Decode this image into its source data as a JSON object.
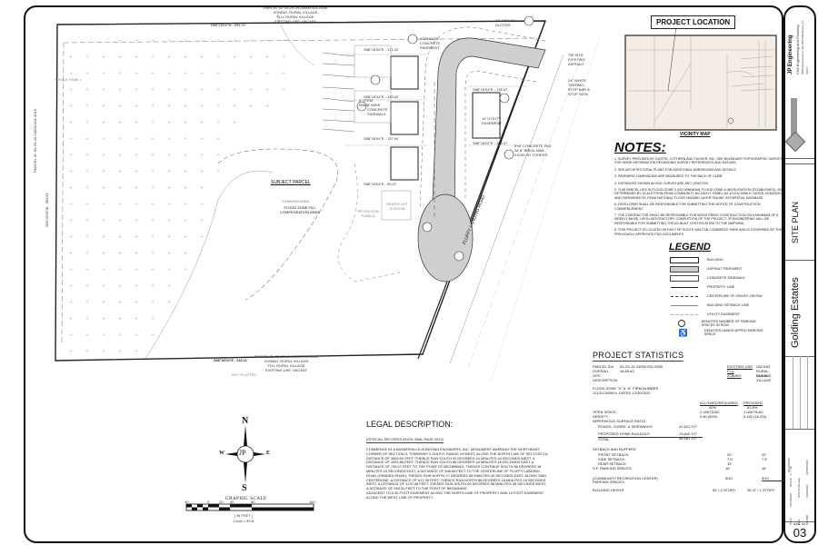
{
  "title_block": {
    "firm_name": "JP Engineering",
    "firm_subtitle": "Civil Engineering and Planning",
    "firm_address": "8400 Rosewood Ln. Ste 200 Tallahassee, FL 32317",
    "sheet_title": "SITE PLAN",
    "project_name": "Golding Estates",
    "revisions_label": "REVISIONS",
    "date_label": "DATE",
    "date_value": "10/13/2020",
    "scale_label": "SCALE",
    "scale_value": "1\" = 40'",
    "file_label": "FILE",
    "file_value": "SITE PLAN.dwg",
    "drawn_label": "DRAWN",
    "checked_label": "CHECKED",
    "approved_label": "APPROVED",
    "sheet_label": "SHEET",
    "dwg_no_label": "DWG. NO.",
    "sheet_number": "03"
  },
  "plan": {
    "north_bearing": "N88°18'04\"W - 899.20'",
    "south_bearing": "S88°18'04\"E - 618.11'",
    "west_bearing": "S00°18'53\"W - 553.93'",
    "east_bearing": "N27°58'40\"E - 617.28'",
    "north_parcel": [
      "PARCEL ID: 03-2S-19-24000-001-0000",
      "ZONING: RURAL VILLAGE",
      "FLU: RURAL VILLAGE",
      "EXISTING USE: VACANT"
    ],
    "south_parcel": [
      "PARCEL ID: 03-2S-19-24000-001-0020",
      "ZONING: RURAL VILLAGE",
      "FLU: RURAL VILLAGE",
      "EXISTING USE: VACANT"
    ],
    "west_parcel": [
      "PARCEL ID: 03-2S-19-24000-001-0010",
      "ZONING: RURAL VILLAGE",
      "FLU: RURAL VILLAGE",
      "EXISTING USE: VACANT"
    ],
    "not_platted": "NOT PLATTED",
    "subject_parcel": "SUBJECT PARCEL",
    "common_area": "COMMON AREA",
    "flood_zone_fill": "FLOOD ZONE FILL COMPENSATION AREA",
    "retention_pond": "RETENTION POND A",
    "sewer_lift_station": "SEWER LIFT STATION",
    "road_name": "FLUFFY LANDING ROAD",
    "asphalt_callout": "ASPHALTIC CONCRETE PAVEMENT",
    "valley_gutter": "24\" VALLEY GUTTER",
    "sidewalk_callout": "5' WIDE CONCRETE SIDEWALK",
    "utility_easement": "10' UTILITY EASEMENT",
    "stem_wall": "2' STEM WALL",
    "single_family": "SINGLE FAMILY",
    "lot_bearings": [
      "S88°18'04\"E - 171.22",
      "S88°18'04\"E - 149.42",
      "S88°18'04\"E - 137.04",
      "S88°18'04\"E - 90.07",
      "S88°18'04\"E - 136.87",
      "S88°18'04\"E - 106.37"
    ],
    "concrete_pad": "5'x5' CONCRETE PAD W/ 6\" BRICK MAIL KIOSK BY OTHERS",
    "tie_into_asphalt": "TIE INTO EXISTING ASPHALT",
    "stop_sign": "24\" WHITE THERMO STOP BAR & STOP SIGN"
  },
  "vicinity_map": {
    "callout": "PROJECT LOCATION",
    "caption": "VICINITY MAP"
  },
  "notes": {
    "heading": "NOTES:",
    "items": [
      "1. SURVEY PROVIDED BY DUSTIN, COTHERN AND TUCKER, INC. SEE BOUNDARY/TOPOGRAPHIC SURVEY FOR MORE INFORMATION REGARDING SURVEY REFERENCES AND DATUMS.",
      "2. SEE ARCHITECTURAL PLANS FOR ADDITIONAL DIMENSIONS AND DETAILS.",
      "3. PAVEMENT DIMENSIONS ARE MEASURED TO THE BACK OF CURB.",
      "4. DISTANCES SHOWN ALONG CURVES ARE ARC LENGTHS.",
      "5. THIS PARCEL LIES IN FLOOD ZONE X (NO MINIMUM), FLOOD ZONE A (NO ELEVATION ESTABLISHED), AS DETERMINED BY SCALE FROM FEMA COMMUNITY No.120317, PANEL No.12131C0558 H, DATED 12/30/2020, AND FURNISHED BY FEMA NATIONAL FLOOD HAZARD LAYER ONLINE GEOSPATIAL DATABASE.",
      "6. DEVELOPER SHALL BE RESPONSIBLE FOR SUBMITTING THE NOTICE OF CONSTRUCTION COMMENCEMENT.",
      "7. THE CONTRACTOR SHALL BE RESPONSIBLE FOR MONITORING CONSTRUCTION ON A MINIMUM OF A WEEKLY BASIS. UPON SATISFACTORY COMPLETION OF THE PROJECT, JP ENGINEERING WILL BE RESPONSIBLE FOR SUBMITTING THE AS-BUILT CERTIFICATION TO THE NWFWMD.",
      "8. THIS PROJECT IS LOCATED WITHIN THE SOUTH WALTON COMMERCE PARK AND IS GOVERNED BY THE PREVIOUSLY APPROVED PUD DOCUMENTS."
    ]
  },
  "legend": {
    "heading": "LEGEND",
    "items": [
      {
        "symbol": "building",
        "label": "BUILDING"
      },
      {
        "symbol": "asphalt",
        "label": "ASPHALT PAVEMENT"
      },
      {
        "symbol": "sidewalk",
        "label": "CONCRETE SIDEWALK"
      },
      {
        "symbol": "property-line",
        "label": "PROPERTY LINE"
      },
      {
        "symbol": "centerline",
        "label": "CENTERLINE OF DRIVES OR R/W"
      },
      {
        "symbol": "setback",
        "label": "BUILDING SETBACK LINE"
      },
      {
        "symbol": "utility",
        "label": "UTILITY EASEMENT"
      },
      {
        "symbol": "parking-count",
        "label": "DENOTES NUMBER OF PARKING SPACES IN ROW"
      },
      {
        "symbol": "handicap",
        "label": "DENOTES HANDICAPPED PARKING SPACE"
      }
    ]
  },
  "project_statistics": {
    "heading": "PROJECT STATISTICS",
    "parcel_label": "PARCEL ID#",
    "parcel_value": "03-2S-19-24000-001-0090",
    "overall_site_label": "OVERALL SITE DESCRIPTION",
    "overall_site_value": "±6.85 AC",
    "existing_use_label": "EXISTING USE",
    "existing_use_value": "VACANT",
    "flu_label": "FLU",
    "flu_value": "RURAL VILLAGE",
    "zoning_label": "ZONING",
    "zoning_value": "RURAL VILLAGE",
    "flood_zone": "FLOOD ZONE \"X\" & \"A\" FIRM NUMBER 12131C0558 H, DATED 12/30/2020",
    "col_allowed": "ALLOWED/REQUIRED",
    "col_provided": "PROVIDED",
    "rows": [
      {
        "label": "OPEN SPACE",
        "allowed": "40%",
        "provided": "81.8%"
      },
      {
        "label": "DENSITY",
        "allowed": "2 UNITS/AC",
        "provided": "1 UNITS/AC"
      },
      {
        "label": "IMPERVIOUS SURFACE RATIO",
        "allowed": "0.60 (60%)",
        "provided": "0.182 (18.2%)"
      }
    ],
    "impervious": [
      {
        "label": "ROADS, CURBS, & SIDEWALKS",
        "value": "42,621 S.F."
      },
      {
        "label": "PROPOSED HOME BUILDOUT",
        "value": "13,840 S.F."
      },
      {
        "label": "TOTAL",
        "value": "56,461 S.F."
      }
    ],
    "setback_heading": "SETBACK AND BUFFERS",
    "setbacks": [
      {
        "label": "FRONT SETBACK",
        "allowed": "20'",
        "provided": "20'"
      },
      {
        "label": "SIDE SETBACK",
        "allowed": "7.5'",
        "provided": "7.5'"
      },
      {
        "label": "REAR SETBACK",
        "allowed": "15'",
        "provided": "15'"
      },
      {
        "label": "S.F. PARKING SPACES",
        "allowed": "18",
        "provided": "18"
      }
    ],
    "amenity_label": "(COMMUNITY RECREATION CENTER) PARKING SPACES",
    "amenity_allowed": "5/10",
    "amenity_provided": "5/10",
    "height_label": "BUILDING HEIGHT",
    "height_allowed": "50' / 4 STORY",
    "height_provided": "26'-6\" / 1 STORY"
  },
  "legal_description": {
    "heading": "LEGAL DESCRIPTION:",
    "ref": "(OFFICIAL RECORDS BOOK 3266, PAGE 2912)",
    "body": "COMMENCE AT A BASKERVILLE-DONOVAN ENGINEERS, INC. MONUMENT MARKING THE NORTHEAST CORNER OF SECTION 3, TOWNSHIP 2 SOUTH, RANGE 19 WEST, ALONG THE NORTH LINE OF SECTION 3 A DISTANCE OF 2659.60 FEET; THENCE RUN SOUTH 00 DEGREES 16 MINUTES 44 SECONDS WEST, A DISTANCE OF 1932.86 FEET; THENCE RUN SOUTH 88 DEGREES 18 MINUTES 18 SECONDS EAST, A DISTANCE OF 743.07 FEET TO THE POINT OF BEGINNING; THENCE CONTINUE SOUTH 88 DEGREES 18 MINUTES 18 SECONDS EAST, A DISTANCE OF 846.89 FEET TO THE CENTERLINE OF FLUFFY LANDING ROAD (GRADED ROAD); THENCE RUN NORTH 27 DEGREES 58 MINUTES 40 SECONDS EAST, ALONG SAID CENTERLINE, A DISTANCE OF 617.28 FEET; THENCE RUN NORTH 88 DEGREES 18 MINUTES 18 SECONDS WEST, A DISTANCE OF 1237.08 FEET; THENCE RUN SOUTH 00 DEGREES 58 MINUTES 45 SECONDS WEST, A DISTANCE OF 553.51 FEET TO THE POINT OF BEGINNING.",
    "easement": "ADJACENT TO A 30 FOOT EASEMENT ALONG THE NORTH LINE OF PROPERTY AND 10 FOOT EASEMENT ALONG THE WEST LINE OF PROPERTY."
  },
  "north_arrow": {
    "n": "N",
    "s": "S",
    "e": "E",
    "w": "W",
    "monogram": "JP"
  },
  "graphic_scale": {
    "title": "GRAPHIC SCALE",
    "ticks": [
      "40",
      "0",
      "20",
      "40",
      "80",
      "160"
    ],
    "units": "( IN FEET )",
    "ratio": "1 inch = 40 ft."
  }
}
